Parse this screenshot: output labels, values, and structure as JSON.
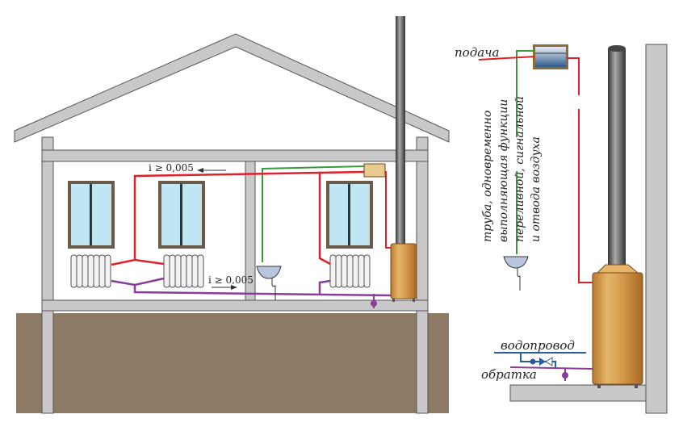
{
  "labels": {
    "slope_top": "i ≥ 0,005",
    "slope_bottom": "i ≥ 0,005",
    "supply": "подача",
    "vertical_note": [
      "труба, одновременно",
      "выполняющая функции",
      "переливной, сигнальной",
      "и отвода воздуха"
    ],
    "water_main": "водопровод",
    "return": "обратка"
  },
  "colors": {
    "supply_pipe": "#e0202a",
    "return_pipe": "#8a3c9a",
    "overflow_pipe": "#3a9a3a",
    "water_pipe": "#2a5aa0",
    "ground": "#8c7a66",
    "structure": "#c8c8c8",
    "boiler": "#d49a4a"
  }
}
